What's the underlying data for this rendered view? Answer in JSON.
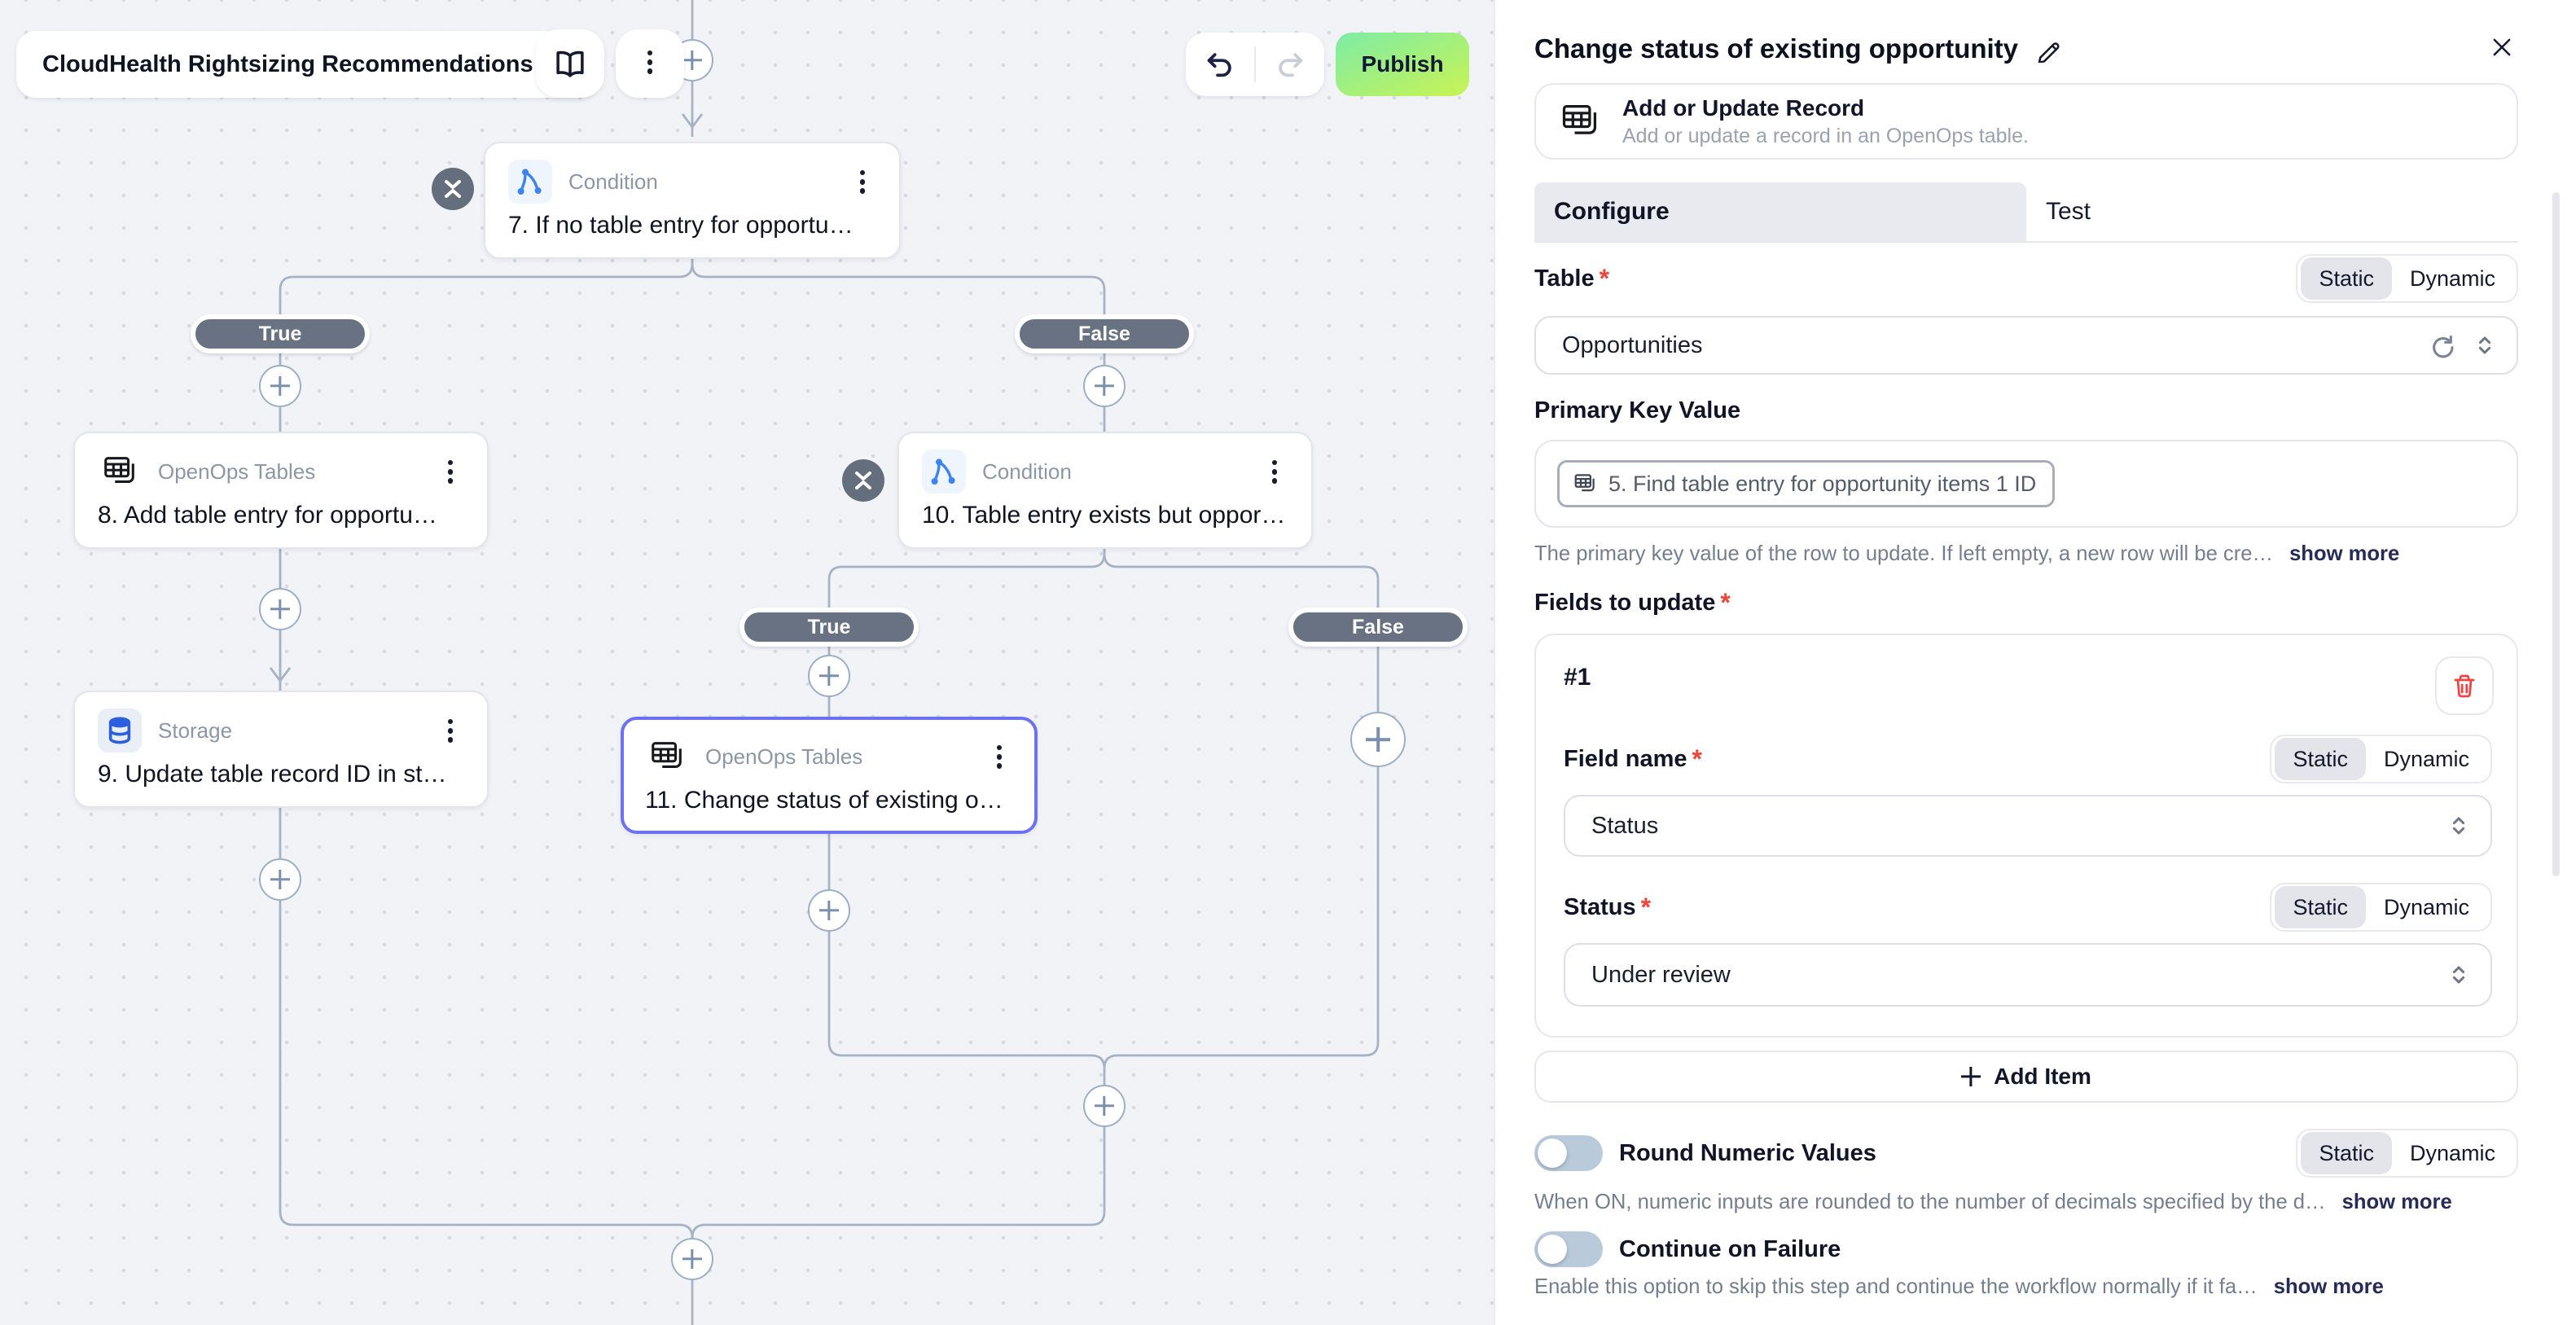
{
  "app": {
    "workflow_name": "CloudHealth Rightsizing Recommendations",
    "publish_label": "Publish"
  },
  "canvas": {
    "branch_labels": {
      "true": "True",
      "false": "False"
    },
    "nodes": [
      {
        "id": "7",
        "type": "Condition",
        "title": "7. If no table entry for opportu…"
      },
      {
        "id": "8",
        "type": "OpenOps Tables",
        "title": "8. Add table entry for opportu…"
      },
      {
        "id": "9",
        "type": "Storage",
        "title": "9. Update table record ID in st…"
      },
      {
        "id": "10",
        "type": "Condition",
        "title": "10. Table entry exists but oppor…"
      },
      {
        "id": "11",
        "type": "OpenOps Tables",
        "title": "11. Change status of existing o…"
      }
    ]
  },
  "panel": {
    "title": "Change status of existing opportunity",
    "action": {
      "name": "Add or Update Record",
      "description": "Add or update a record in an OpenOps table."
    },
    "tabs": {
      "configure": "Configure",
      "test": "Test"
    },
    "mode_toggle": {
      "static": "Static",
      "dynamic": "Dynamic"
    },
    "table_field": {
      "label": "Table",
      "value": "Opportunities"
    },
    "primary_key": {
      "label": "Primary Key Value",
      "token": "5. Find table entry for opportunity items 1 ID",
      "helper": "The primary key value of the row to update. If left empty, a new row will be cre…",
      "show_more": "show more"
    },
    "fields_to_update": {
      "label": "Fields to update",
      "item_index": "#1",
      "field_name": {
        "label": "Field name",
        "value": "Status"
      },
      "status": {
        "label": "Status",
        "value": "Under review"
      }
    },
    "add_item_label": "Add Item",
    "round_numeric": {
      "label": "Round Numeric Values",
      "helper": "When ON, numeric inputs are rounded to the number of decimals specified by the d…",
      "show_more": "show more"
    },
    "continue_on_failure": {
      "label": "Continue on Failure",
      "helper": "Enable this option to skip this step and continue the workflow normally if it fa…",
      "show_more": "show more"
    }
  },
  "colors": {
    "publish_gradient_start": "#7deca6",
    "publish_gradient_end": "#c9f354",
    "selected_node_border": "#6b72f3",
    "edge": "#a6b3c5",
    "branch_pill": "#687282",
    "danger": "#f04438"
  }
}
